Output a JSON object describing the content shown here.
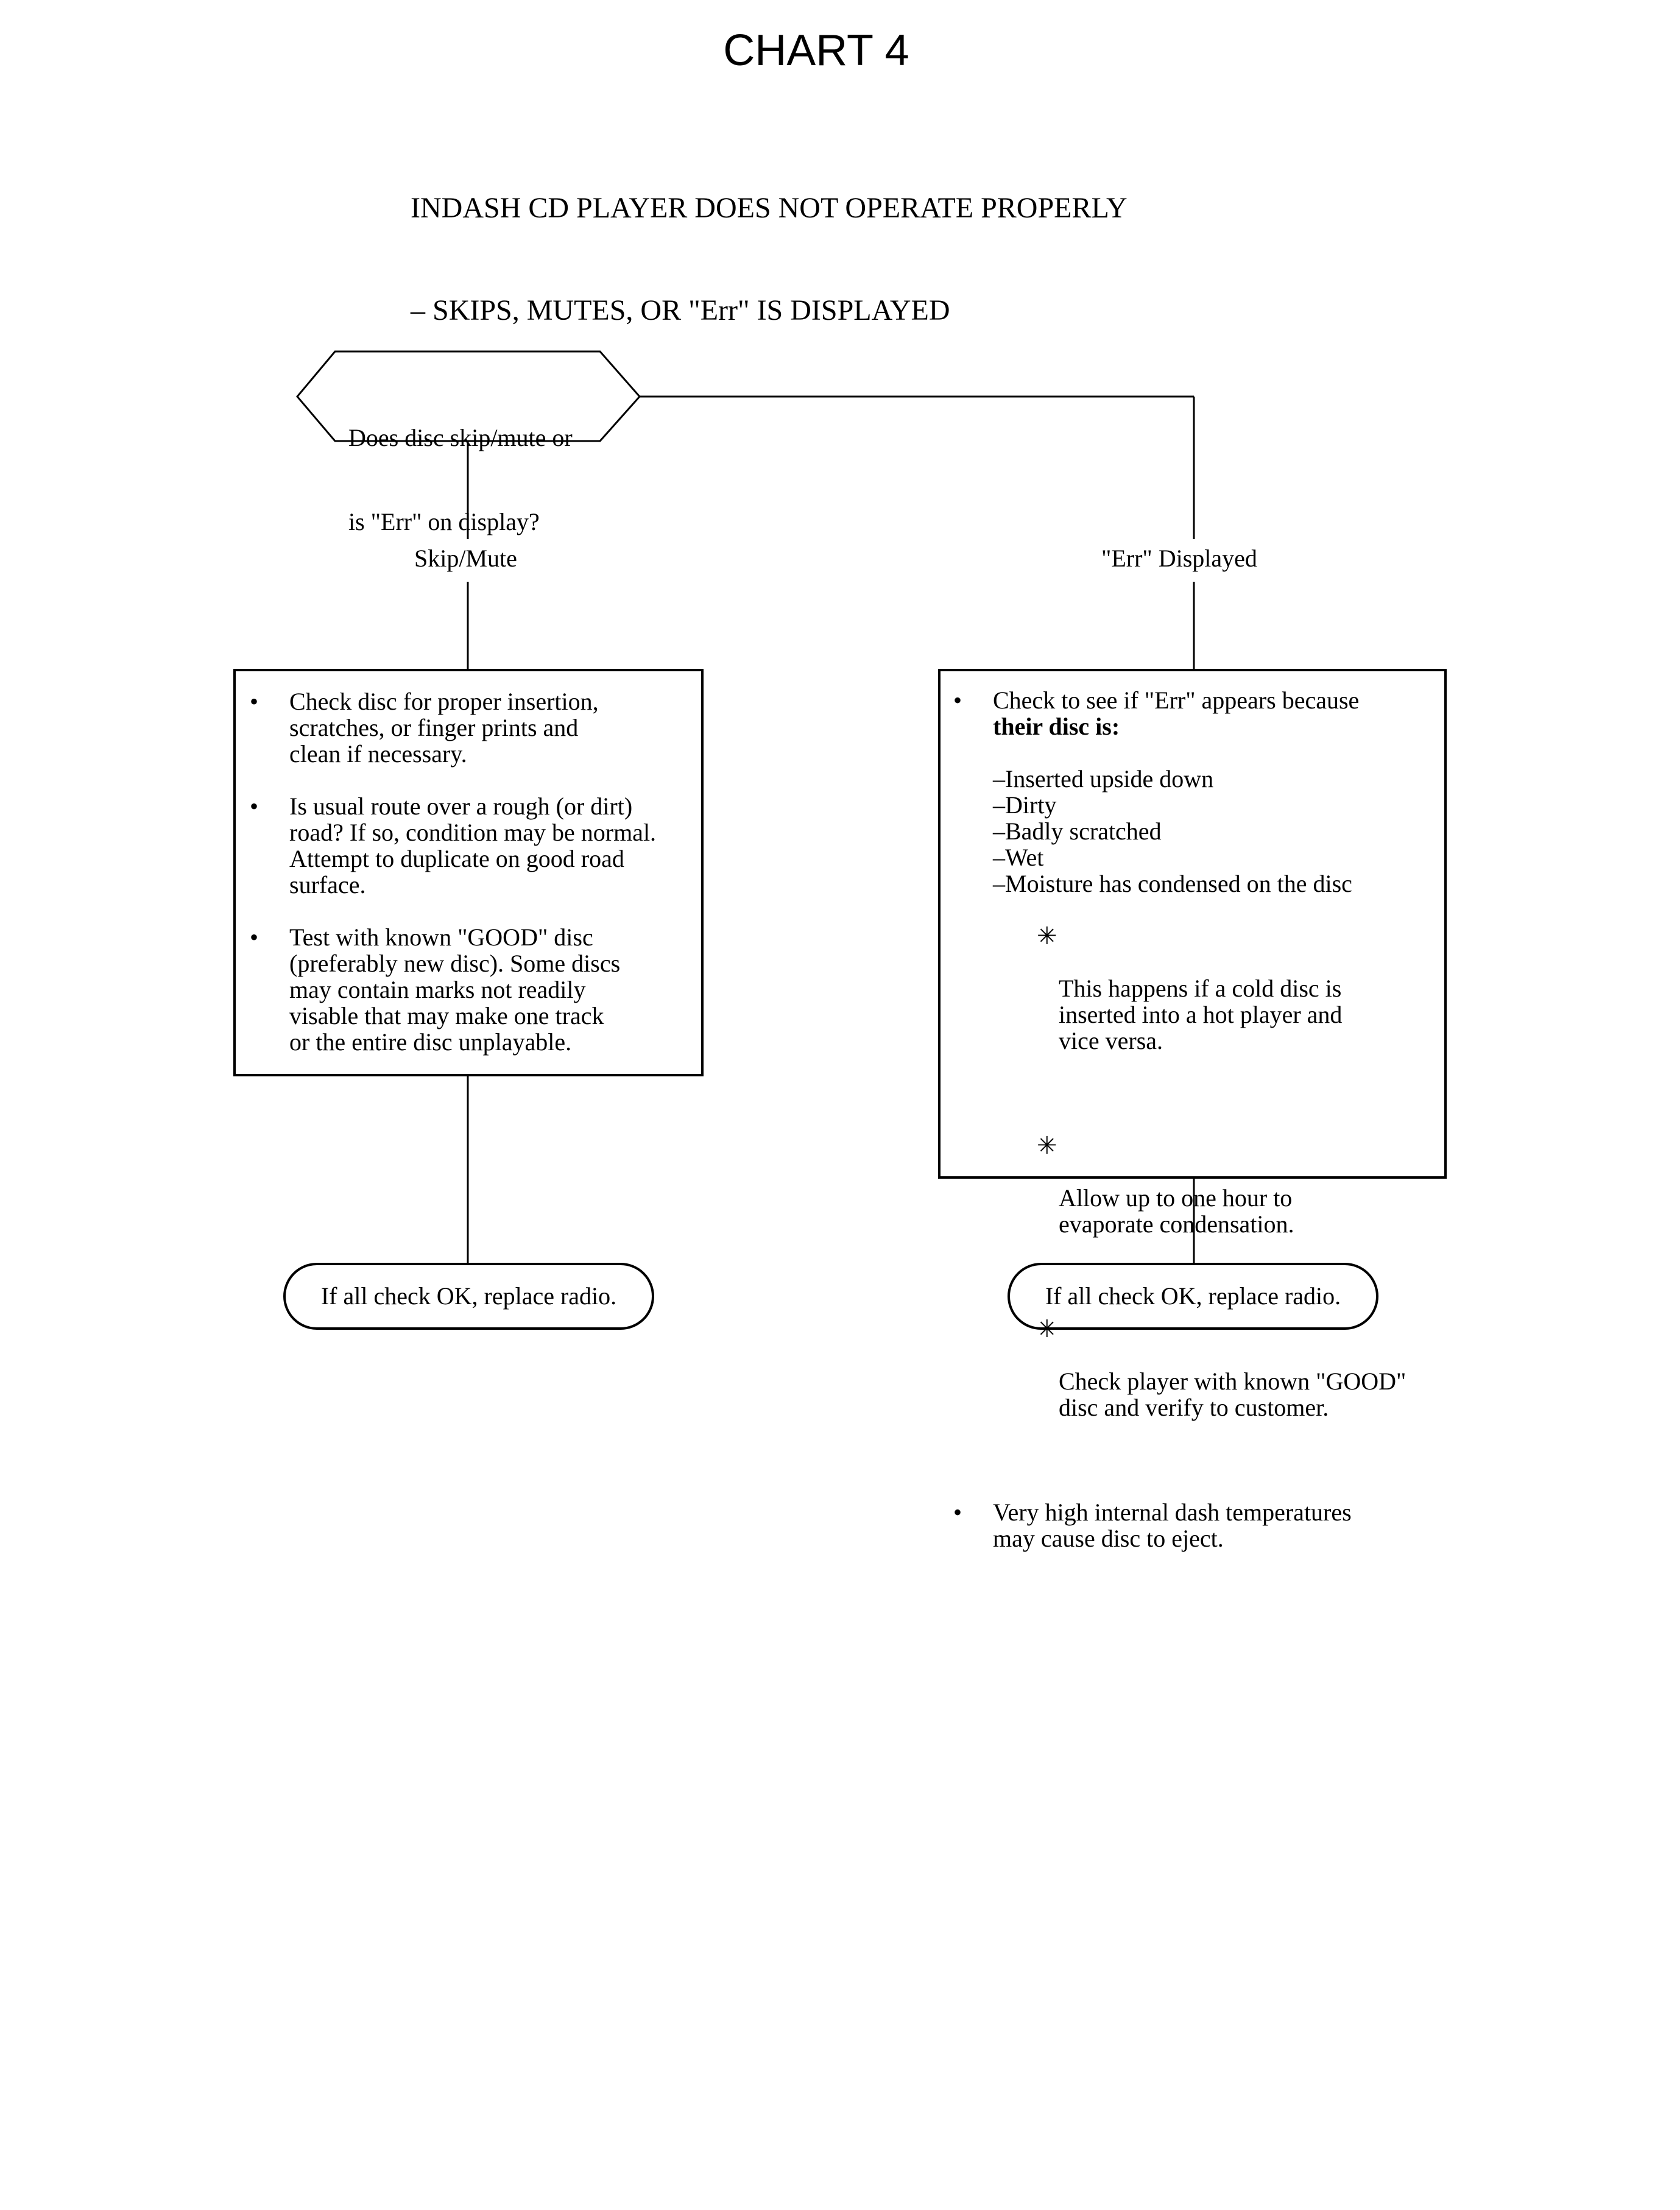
{
  "chart_title": "CHART 4",
  "heading": {
    "line1": "INDASH CD PLAYER DOES NOT OPERATE PROPERLY",
    "line2": "– SKIPS, MUTES, OR \"Err\" IS DISPLAYED"
  },
  "decision": {
    "line1": "Does disc skip/mute or",
    "line2": "is \"Err\" on display?"
  },
  "branches": {
    "left_label": "Skip/Mute",
    "right_label": "\"Err\" Displayed"
  },
  "left_box": {
    "bullets": [
      "Check disc for proper insertion,\nscratches, or finger prints and\nclean if necessary.",
      "Is usual route over a rough (or dirt)\nroad?  If so, condition may be normal.\nAttempt to duplicate on good road\nsurface.",
      "Test with known \"GOOD\" disc\n(preferably new disc).  Some discs\nmay contain marks not readily\nvisable that may make one track\nor the entire disc unplayable."
    ]
  },
  "right_box": {
    "intro": "Check to see if \"Err\" appears because",
    "intro_bold": "their disc is:",
    "conditions": [
      "–Inserted upside down",
      "–Dirty",
      "–Badly scratched",
      "–Wet",
      "–Moisture has condensed on the disc"
    ],
    "notes": [
      "This happens if a cold disc is\ninserted into a hot player and\nvice versa.",
      "Allow up to one hour to\nevaporate condensation.",
      "Check player with known \"GOOD\"\ndisc and verify to customer."
    ],
    "last_bullet": "Very high internal dash temperatures\nmay cause disc to eject."
  },
  "terminals": {
    "left": "If all check OK, replace radio.",
    "right": "If all check OK, replace radio."
  }
}
